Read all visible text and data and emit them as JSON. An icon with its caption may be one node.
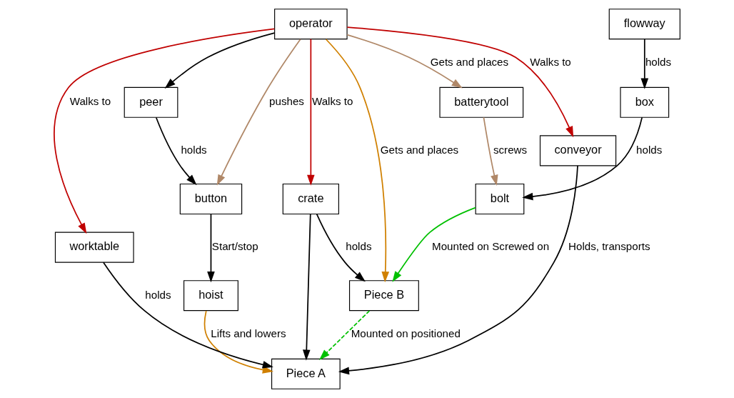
{
  "diagram": {
    "nodes": [
      {
        "text": [
          "button"
        ]
      },
      {
        "text": [
          "operator"
        ]
      },
      {
        "text": [
          "batterytool"
        ]
      },
      {
        "text": [
          "peer"
        ]
      },
      {
        "text": [
          "hoist"
        ]
      },
      {
        "text": [
          "bolt"
        ]
      },
      {
        "text": [
          "flowway"
        ]
      },
      {
        "text": [
          "box"
        ]
      },
      {
        "text": [
          "conveyor"
        ]
      },
      {
        "text": [
          "worktable"
        ]
      },
      {
        "text": [
          "Piece A"
        ]
      },
      {
        "text": [
          "Piece B"
        ]
      },
      {
        "text": [
          "crate"
        ]
      }
    ],
    "edges": [
      {
        "from": 1,
        "to": 0,
        "arrow": "to",
        "label": "pushes",
        "color": "#b08868"
      },
      {
        "from": 3,
        "to": 0,
        "arrow": "to",
        "label": "holds"
      },
      {
        "from": 1,
        "to": 3,
        "arrow": "to"
      },
      {
        "from": 0,
        "to": 4,
        "arrow": "to",
        "label": "Start/stop"
      },
      {
        "from": 1,
        "to": 2,
        "arrow": "to",
        "label": "Gets and places",
        "color": "#b08868"
      },
      {
        "from": 2,
        "to": 5,
        "arrow": "to",
        "label": "screws",
        "color": "#b08868"
      },
      {
        "from": 6,
        "to": 7,
        "arrow": "to",
        "label": "holds"
      },
      {
        "from": 7,
        "to": 5,
        "arrow": "to",
        "label": "holds"
      },
      {
        "from": 1,
        "to": 8,
        "arrow": "to",
        "label": "Walks to",
        "color": "#c00000"
      },
      {
        "from": 1,
        "to": 9,
        "arrow": "to",
        "label": "Walks to",
        "color": "#c00000"
      },
      {
        "from": 1,
        "to": 12,
        "arrow": "to",
        "label": "Walks to",
        "color": "#c00000"
      },
      {
        "from": 1,
        "to": 11,
        "arrow": "to",
        "label": "Gets and places",
        "color": "#d08000"
      },
      {
        "from": 4,
        "to": 10,
        "arrow": "to",
        "label": "Lifts and lowers",
        "color": "#d08000"
      },
      {
        "from": 5,
        "to": 11,
        "arrow": "to",
        "label": "Mounted on Screwed on",
        "color": "#00c000"
      },
      {
        "from": 11,
        "to": 10,
        "arrow": "to",
        "label": "Mounted on positioned",
        "style": "dashed",
        "color": "#00c000"
      },
      {
        "from": 8,
        "to": 10,
        "arrow": "to",
        "label": "Holds, transports"
      },
      {
        "from": 9,
        "to": 10,
        "arrow": "to",
        "label": "holds"
      },
      {
        "from": 12,
        "to": 10,
        "arrow": "to"
      },
      {
        "from": 12,
        "to": 11,
        "arrow": "to",
        "label": "holds"
      }
    ]
  }
}
